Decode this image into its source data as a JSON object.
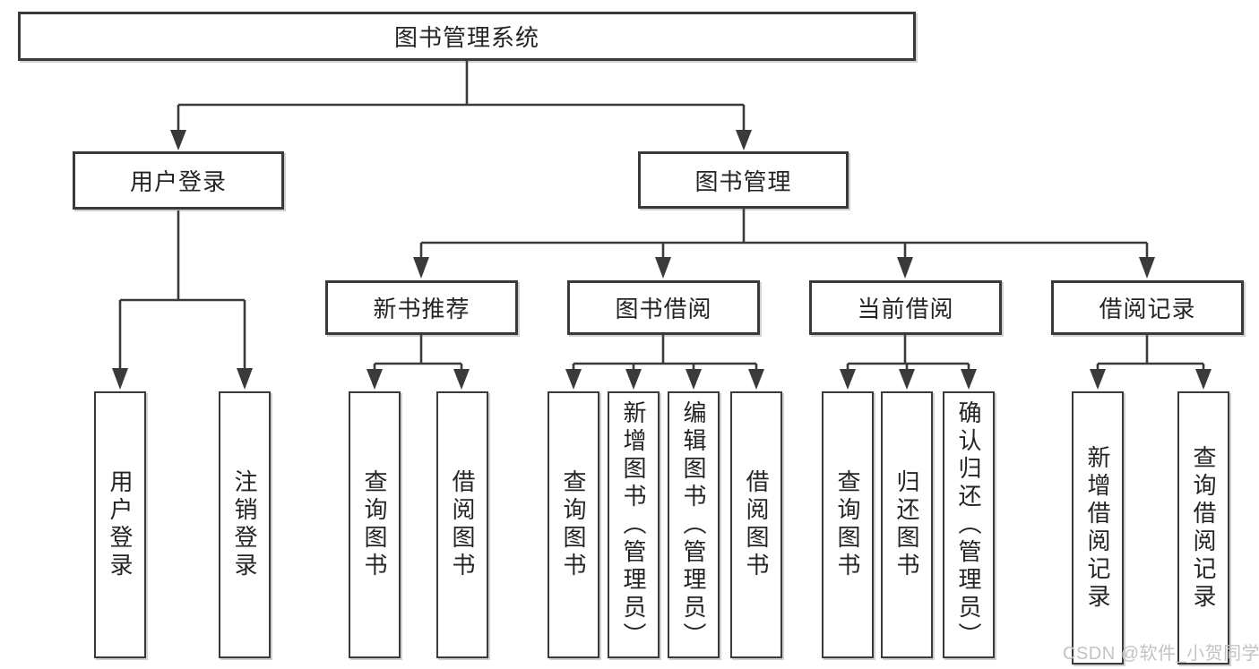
{
  "diagram": {
    "root": {
      "label": "图书管理系统"
    },
    "branches": [
      {
        "label": "用户登录",
        "children": [
          {
            "label": "用户登录"
          },
          {
            "label": "注销登录"
          }
        ]
      },
      {
        "label": "图书管理",
        "children": [
          {
            "label": "新书推荐",
            "children": [
              {
                "label": "查询图书"
              },
              {
                "label": "借阅图书"
              }
            ]
          },
          {
            "label": "图书借阅",
            "children": [
              {
                "label": "查询图书"
              },
              {
                "label": "新增图书（管理员）"
              },
              {
                "label": "编辑图书（管理员）"
              },
              {
                "label": "借阅图书"
              }
            ]
          },
          {
            "label": "当前借阅",
            "children": [
              {
                "label": "查询图书"
              },
              {
                "label": "归还图书"
              },
              {
                "label": "确认归还（管理员）"
              }
            ]
          },
          {
            "label": "借阅记录",
            "children": [
              {
                "label": "新增借阅记录"
              },
              {
                "label": "查询借阅记录"
              }
            ]
          }
        ]
      }
    ]
  },
  "watermark": {
    "text": "CSDN @软件_小贺同学"
  },
  "colors": {
    "line": "#3a3a3a",
    "text": "#242424",
    "box_background": "#ffffff",
    "watermark": "#c3c3c3"
  }
}
